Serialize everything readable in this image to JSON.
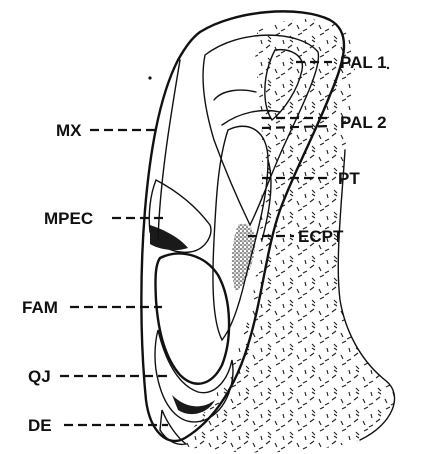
{
  "figure": {
    "labels": {
      "pal1": "PAL 1",
      "pal2": "PAL 2",
      "mx": "MX",
      "pt": "PT",
      "mpec": "MPEC",
      "ecpt": "ECPT",
      "fam": "FAM",
      "qj": "QJ",
      "de": "DE"
    }
  },
  "colors": {
    "ink": "#111111",
    "paper": "#ffffff"
  }
}
